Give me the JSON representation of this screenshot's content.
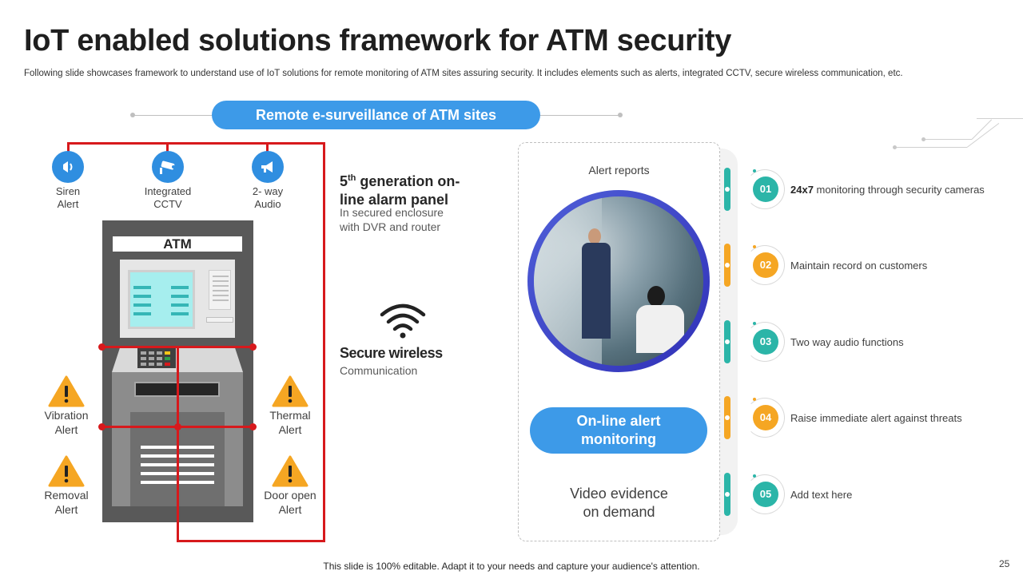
{
  "header": {
    "title": "IoT enabled solutions framework for ATM security",
    "subtitle": "Following slide showcases framework to understand use of IoT solutions for remote monitoring of ATM  sites assuring security. It includes elements such as alerts, integrated CCTV, secure wireless communication, etc."
  },
  "banner": {
    "label": "Remote e-surveillance of ATM sites"
  },
  "devices": [
    {
      "label": "Siren\nAlert",
      "icon": "siren-icon"
    },
    {
      "label": "Integrated\nCCTV",
      "icon": "cctv-camera-icon"
    },
    {
      "label": "2- way\nAudio",
      "icon": "megaphone-icon"
    }
  ],
  "atm": {
    "label": "ATM"
  },
  "sensors": [
    {
      "label": "Vibration\nAlert",
      "icon": "warning-icon"
    },
    {
      "label": "Thermal\nAlert",
      "icon": "warning-icon"
    },
    {
      "label": "Removal\nAlert",
      "icon": "warning-icon"
    },
    {
      "label": "Door open\nAlert",
      "icon": "warning-icon"
    }
  ],
  "alarm_panel": {
    "title_prefix": "5",
    "title_sup": "th",
    "title_rest": " generation on-line alarm panel",
    "subtitle": "In secured enclosure\nwith DVR and router"
  },
  "wireless": {
    "title": "Secure wireless",
    "subtitle": "Communication",
    "icon": "wifi-icon"
  },
  "monitoring": {
    "alert_reports": "Alert reports",
    "online_button": "On-line alert\nmonitoring",
    "video_evidence": "Video evidence\non demand"
  },
  "features": [
    {
      "num": "01",
      "bold": "24x7",
      "text": " monitoring through security cameras",
      "color": "#2bb5a8"
    },
    {
      "num": "02",
      "bold": "",
      "text": "Maintain record on customers",
      "color": "#f5a623"
    },
    {
      "num": "03",
      "bold": "",
      "text": "Two way audio functions",
      "color": "#2bb5a8"
    },
    {
      "num": "04",
      "bold": "",
      "text": "Raise immediate alert against threats",
      "color": "#f5a623"
    },
    {
      "num": "05",
      "bold": "",
      "text": "Add text here",
      "color": "#2bb5a8"
    }
  ],
  "colors": {
    "accent_blue": "#3d9ae8",
    "teal": "#2bb5a8",
    "orange": "#f5a623",
    "wire_red": "#d7191c"
  },
  "footer": {
    "note": "This slide is 100% editable. Adapt it to your needs and capture your audience's attention.",
    "page": "25"
  }
}
